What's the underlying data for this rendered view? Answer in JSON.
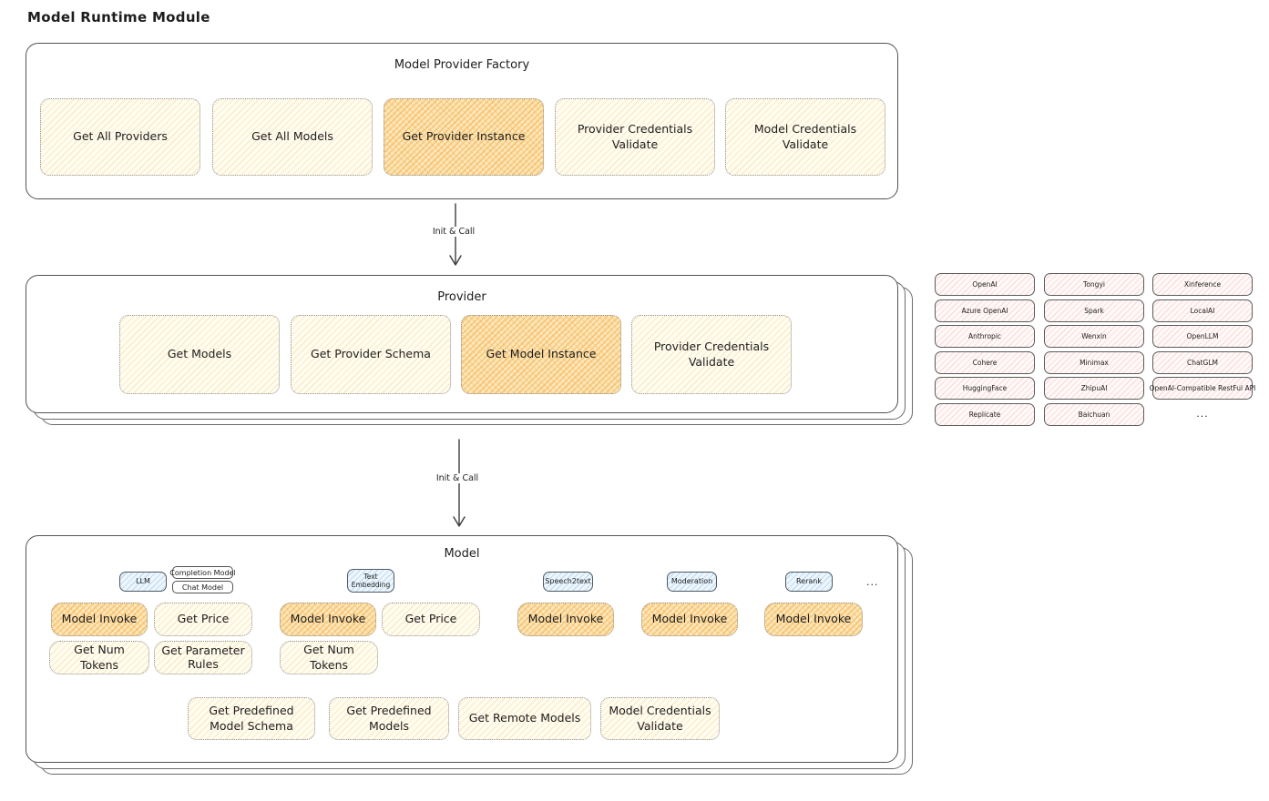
{
  "title": "Model Runtime Module",
  "colors": {
    "function_fill": "#fffcf0",
    "function_hatch": "#f0c369",
    "highlight_fill": "#fce7b8",
    "highlight_hatch": "#f2a641",
    "provider_pill_fill": "#fde9e9",
    "model_type_fill": "#eef6fd",
    "outline": "#555353"
  },
  "factory": {
    "label": "Model Provider Factory",
    "functions": [
      {
        "label": "Get All Providers",
        "highlighted": false
      },
      {
        "label": "Get All Models",
        "highlighted": false
      },
      {
        "label": "Get Provider Instance",
        "highlighted": true
      },
      {
        "label": "Provider Credentials Validate",
        "highlighted": false
      },
      {
        "label": "Model Credentials Validate",
        "highlighted": false
      }
    ]
  },
  "arrows": {
    "label1": "Init & Call",
    "label2": "Init & Call"
  },
  "provider": {
    "label": "Provider",
    "functions": [
      {
        "label": "Get Models",
        "highlighted": false
      },
      {
        "label": "Get Provider Schema",
        "highlighted": false
      },
      {
        "label": "Get Model Instance",
        "highlighted": true
      },
      {
        "label": "Provider Credentials Validate",
        "highlighted": false
      }
    ]
  },
  "provider_list": {
    "items": [
      "OpenAI",
      "Tongyi",
      "Xinference",
      "Azure OpenAI",
      "Spark",
      "LocalAI",
      "Anthropic",
      "Wenxin",
      "OpenLLM",
      "Cohere",
      "Minimax",
      "ChatGLM",
      "HuggingFace",
      "ZhipuAI",
      "OpenAI-Compatible RestFul API",
      "Replicate",
      "Baichuan"
    ],
    "more": "..."
  },
  "model": {
    "label": "Model",
    "types": {
      "llm": "LLM",
      "completion": "Completion Model",
      "chat": "Chat Model",
      "embedding": "Text Embedding",
      "speech2text": "Speech2text",
      "moderation": "Moderation",
      "rerank": "Rerank",
      "more": "..."
    },
    "functions": {
      "llm": [
        "Model Invoke",
        "Get Price",
        "Get Num Tokens",
        "Get Parameter Rules"
      ],
      "embedding": [
        "Model Invoke",
        "Get Price",
        "Get Num Tokens"
      ],
      "speech2text": [
        "Model Invoke"
      ],
      "moderation": [
        "Model Invoke"
      ],
      "rerank": [
        "Model Invoke"
      ],
      "shared": [
        "Get Predefined Model Schema",
        "Get Predefined Models",
        "Get Remote Models",
        "Model Credentials Validate"
      ]
    }
  }
}
